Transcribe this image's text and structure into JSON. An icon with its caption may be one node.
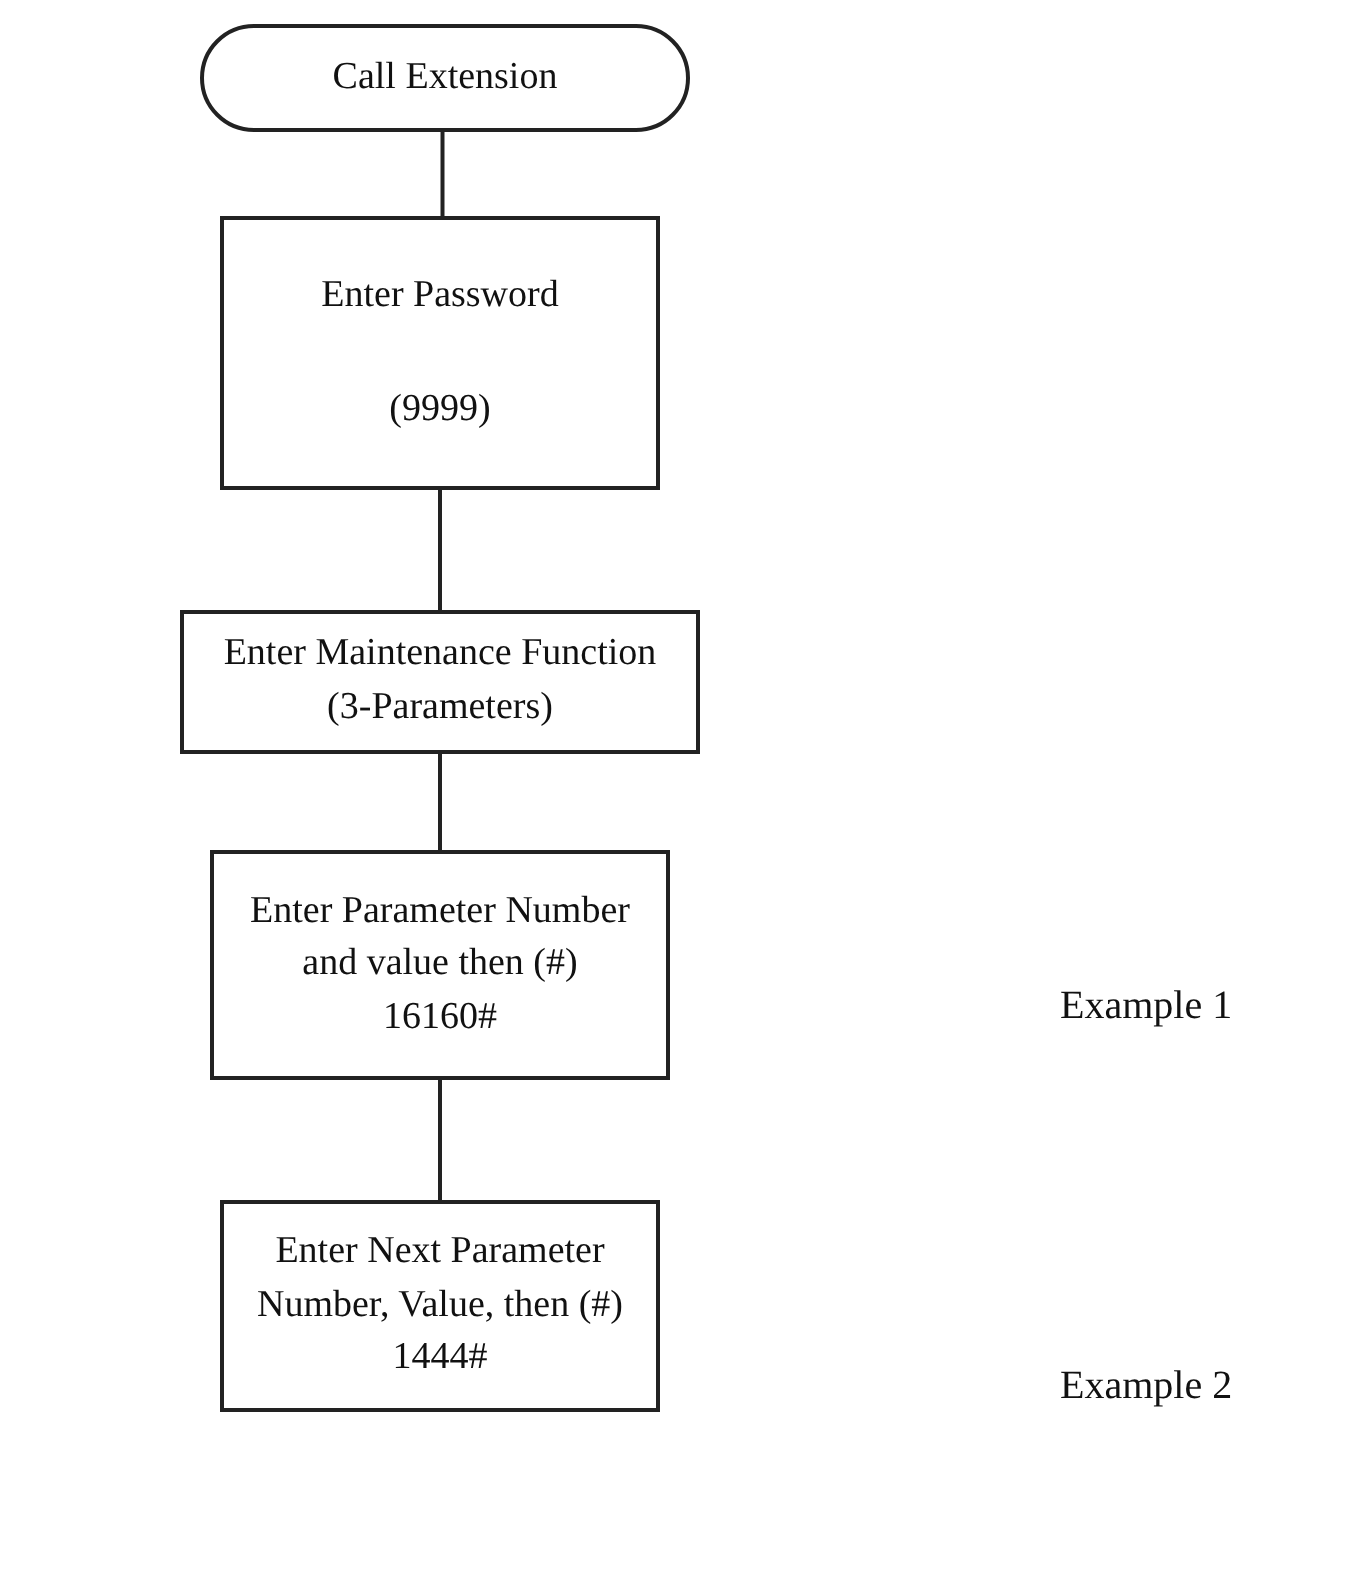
{
  "diagram": {
    "nodes": [
      {
        "text": [
          "Call Extension"
        ]
      },
      {
        "text": [
          "Enter Password",
          "(9999)"
        ]
      },
      {
        "text": [
          "Enter Maintenance Function",
          "(3-Parameters)"
        ]
      },
      {
        "text": [
          "Enter Parameter Number and value then (#)",
          "16160#"
        ]
      },
      {
        "text": [
          "Enter Next Parameter Number, Value, then (#)",
          "1444#"
        ]
      }
    ],
    "edges": [
      {
        "from": 0,
        "to": 1,
        "arrow": "none"
      },
      {
        "from": 1,
        "to": 2,
        "arrow": "none"
      },
      {
        "from": 2,
        "to": 3,
        "arrow": "none"
      },
      {
        "from": 3,
        "to": 4,
        "arrow": "none"
      }
    ],
    "labels": [
      "Example 1",
      "Example 2"
    ]
  }
}
